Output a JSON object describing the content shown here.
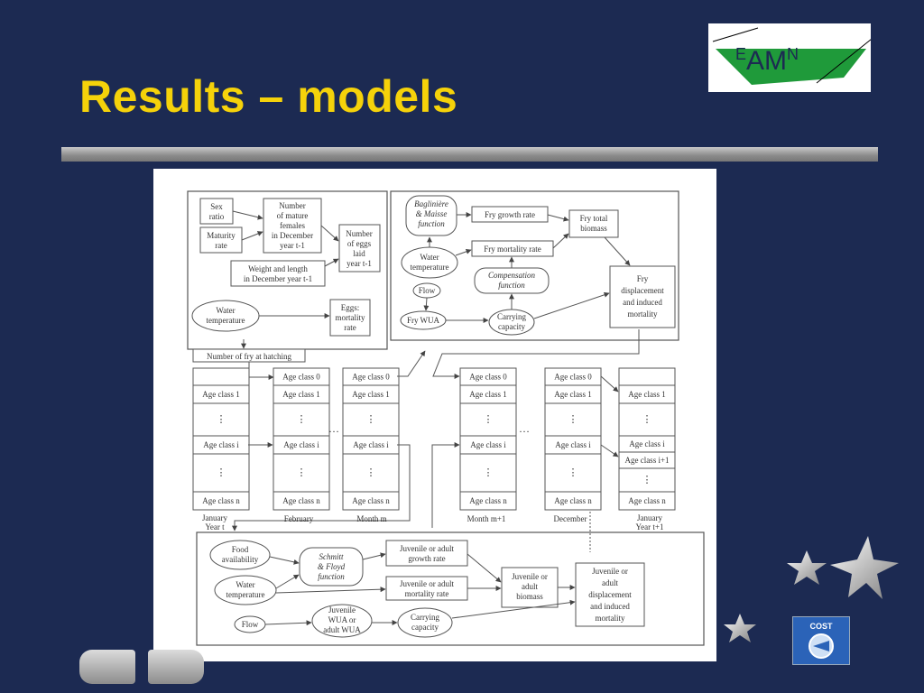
{
  "slide": {
    "title": "Results – models",
    "logo": {
      "sup_left": "E",
      "main": "AM",
      "sup_right": "N"
    },
    "badge": "COST"
  },
  "diagram": {
    "top_left": {
      "sex_ratio": [
        "Sex",
        "ratio"
      ],
      "maturity_rate": [
        "Maturity",
        "rate"
      ],
      "mature_females": [
        "Number",
        "of mature",
        "females",
        "in December",
        "year t-1"
      ],
      "eggs_laid": [
        "Number",
        "of eggs",
        "laid",
        "year t-1"
      ],
      "weight_length": [
        "Weight and length",
        "in December year t-1"
      ],
      "water_temperature": [
        "Water",
        "temperature"
      ],
      "eggs_mortality": [
        "Eggs:",
        "mortality",
        "rate"
      ]
    },
    "top_right": {
      "bagliniere": [
        "Baglinière",
        "& Maisse",
        "function"
      ],
      "fry_growth": "Fry growth rate",
      "fry_total_biomass": [
        "Fry total",
        "biomass"
      ],
      "water_temperature": [
        "Water",
        "temperature"
      ],
      "fry_mortality": "Fry mortality rate",
      "compensation": [
        "Compensation",
        "function"
      ],
      "flow": "Flow",
      "fry_wua": "Fry WUA",
      "carrying_capacity": [
        "Carrying",
        "capacity"
      ],
      "fry_displacement": [
        "Fry",
        "displacement",
        "and induced",
        "mortality"
      ]
    },
    "fry_at_hatching": "Number of fry at hatching",
    "age_labels": {
      "c0": "Age class 0",
      "c1": "Age class 1",
      "ci": "Age class i",
      "cn": "Age class n",
      "ci1": "Age class i+1",
      "vdots": "⋮",
      "hdots": "…"
    },
    "column_labels": {
      "january_t": [
        "January",
        "Year t"
      ],
      "february": "February",
      "month_m": "Month m",
      "month_m1": "Month m+1",
      "december": "December",
      "january_t1": [
        "January",
        "Year t+1"
      ]
    },
    "bottom": {
      "food_availability": [
        "Food",
        "availability"
      ],
      "schmitt_floyd": [
        "Schmitt",
        "& Floyd",
        "function"
      ],
      "juv_growth": [
        "Juvenile or adult",
        "growth rate"
      ],
      "water_temperature": [
        "Water",
        "temperature"
      ],
      "juv_mortality": [
        "Juvenile or adult",
        "mortality rate"
      ],
      "juv_biomass": [
        "Juvenile or",
        "adult",
        "biomass"
      ],
      "juv_displacement": [
        "Juvenile or",
        "adult",
        "displacement",
        "and induced",
        "mortality"
      ],
      "flow": "Flow",
      "juv_wua": [
        "Juvenile",
        "WUA or",
        "adult WUA"
      ],
      "carrying_capacity": [
        "Carrying",
        "capacity"
      ]
    }
  }
}
